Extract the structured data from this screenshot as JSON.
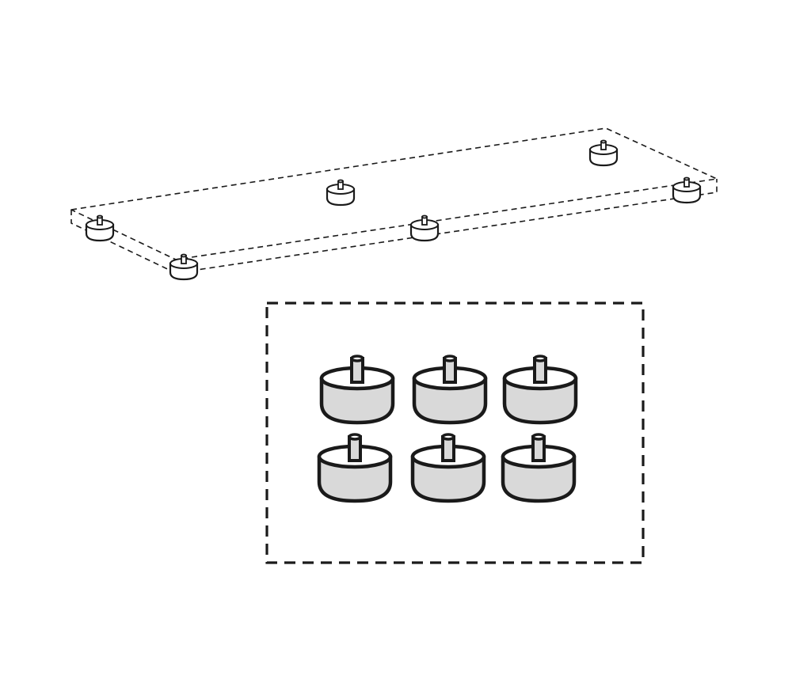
{
  "panel": {
    "feet_count": 6
  },
  "box": {
    "feet_count": 6,
    "rows": 2,
    "columns": 3
  },
  "colors": {
    "line": "#1a1a1a",
    "foot_fill": "#d9d9d9",
    "background": "#ffffff"
  }
}
